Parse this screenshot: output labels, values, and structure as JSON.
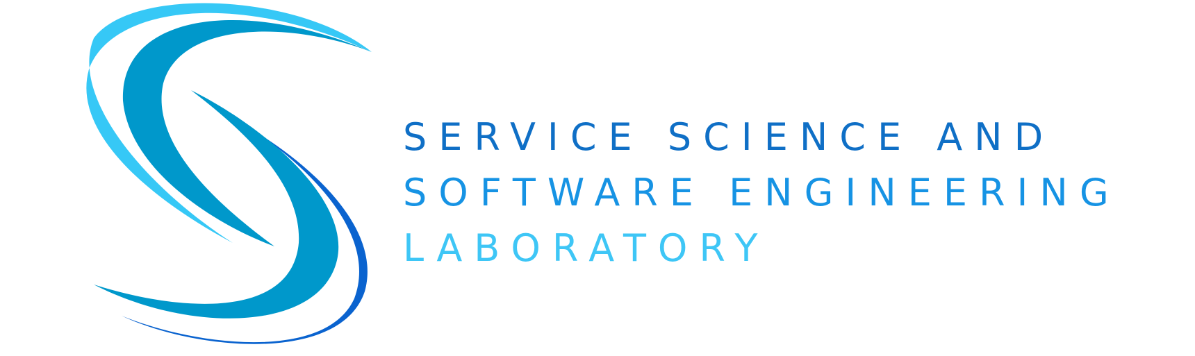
{
  "brand": {
    "colors": {
      "line1": "#0f6fc6",
      "line2": "#1693e4",
      "line3": "#3ec6f6",
      "swoosh_main": "#0098cb",
      "swoosh_light": "#36c8f6",
      "swoosh_dark": "#0a63cf"
    },
    "lines": [
      "SERVICE SCIENCE AND",
      "SOFTWARE ENGINEERING",
      "LABORATORY"
    ]
  }
}
